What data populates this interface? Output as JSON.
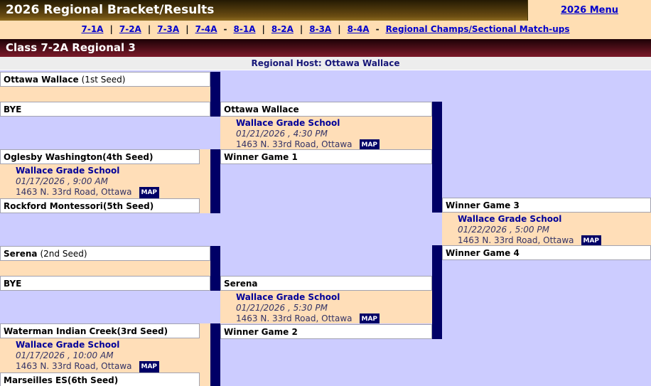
{
  "header": {
    "title": "2026 Regional Bracket/Results",
    "menu_link": "2026 Menu"
  },
  "nav": {
    "links7": [
      "7-1A",
      "7-2A",
      "7-3A",
      "7-4A"
    ],
    "links8": [
      "8-1A",
      "8-2A",
      "8-3A",
      "8-4A"
    ],
    "champs": "Regional Champs/Sectional Match-ups",
    "pipe": "|",
    "dash": "-"
  },
  "section": {
    "title": "Class 7-2A Regional 3"
  },
  "bracket": {
    "host": "Regional Host: Ottawa Wallace",
    "seeds": {
      "s1": {
        "name": "Ottawa Wallace",
        "seed": "(1st Seed)"
      },
      "bye1": {
        "name": "BYE"
      },
      "s4": {
        "name": "Oglesby Washington",
        "seed": "(4th Seed)"
      },
      "s5": {
        "name": "Rockford Montessori",
        "seed": "(5th Seed)"
      },
      "s2": {
        "name": "Serena",
        "seed": "(2nd Seed)"
      },
      "bye2": {
        "name": "BYE"
      },
      "s3": {
        "name": "Waterman Indian Creek",
        "seed": "(3rd Seed)"
      },
      "s6": {
        "name": "Marseilles ES",
        "seed": "(6th Seed)"
      }
    },
    "games": {
      "game1": {
        "venue": "Wallace Grade School",
        "when": "01/17/2026 , 9:00 AM",
        "where": "1463 N. 33rd Road, Ottawa",
        "map": "MAP"
      },
      "game2": {
        "venue": "Wallace Grade School",
        "when": "01/17/2026 , 10:00 AM",
        "where": "1463 N. 33rd Road, Ottawa",
        "map": "MAP"
      },
      "semi1": {
        "advancer": "Ottawa Wallace",
        "venue": "Wallace Grade School",
        "when": "01/21/2026 , 4:30 PM",
        "where": "1463 N. 33rd Road, Ottawa",
        "map": "MAP",
        "winner_label": "Winner Game 1"
      },
      "semi2": {
        "advancer": "Serena",
        "venue": "Wallace Grade School",
        "when": "01/21/2026 , 5:30 PM",
        "where": "1463 N. 33rd Road, Ottawa",
        "map": "MAP",
        "winner_label": "Winner Game 2"
      },
      "final": {
        "label_top": "Winner Game 3",
        "venue": "Wallace Grade School",
        "when": "01/22/2026 , 5:00 PM",
        "where": "1463 N. 33rd Road, Ottawa",
        "map": "MAP",
        "label_bottom": "Winner Game 4"
      }
    }
  },
  "colors": {
    "navy_bar": "#000066",
    "lavender": "#ccccff",
    "peach": "#ffdeb8",
    "link_blue": "#0000cc",
    "maroon": "#7c1a2a"
  }
}
